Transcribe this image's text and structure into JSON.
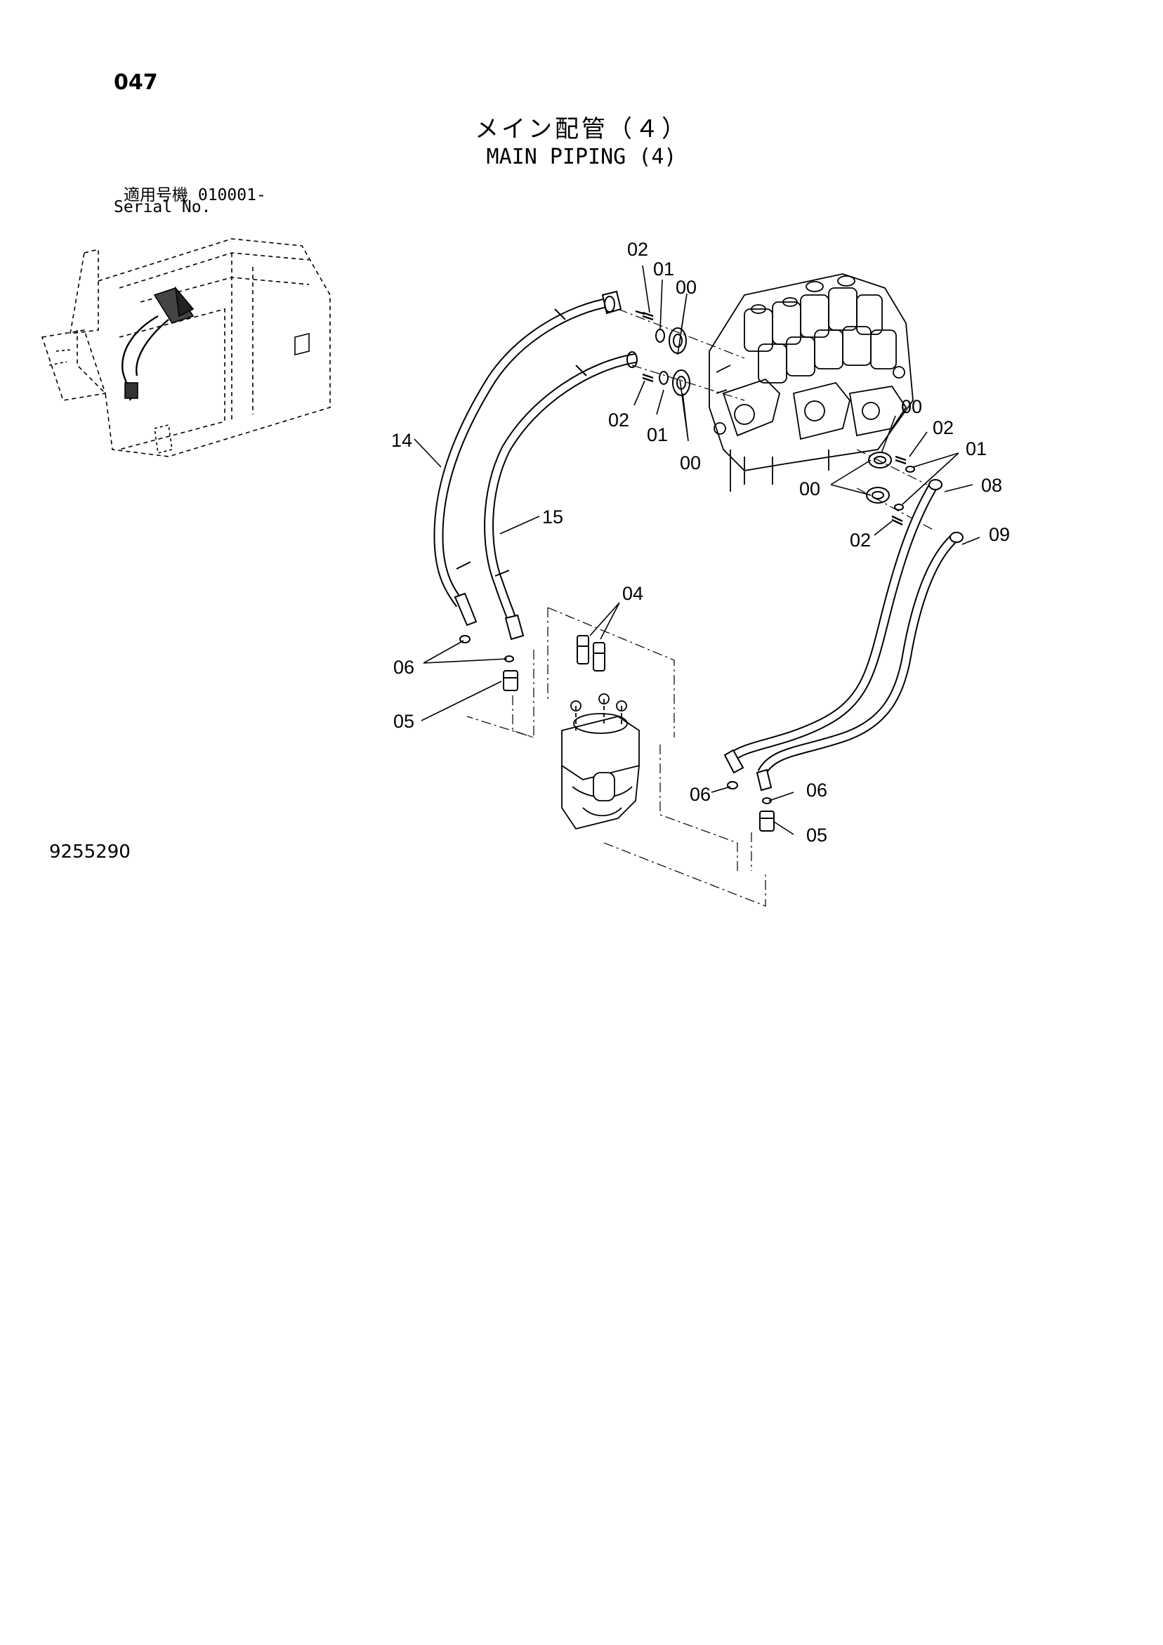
{
  "page": {
    "page_number": "047",
    "title_jp": "メイン配管（４）",
    "title_en": "MAIN PIPING (4)",
    "serial_label_jp": "適用号機  010001-",
    "serial_label_en": "Serial No.",
    "drawing_number": "9255290"
  },
  "callouts": {
    "c02_top": "02",
    "c01_top": "01",
    "c00_top": "00",
    "c02_mid": "02",
    "c01_mid": "01",
    "c00_mid": "00",
    "c00_right_a": "00",
    "c02_right_a": "02",
    "c01_right": "01",
    "c00_right_b": "00",
    "c02_right_b": "02",
    "c08": "08",
    "c09": "09",
    "c14": "14",
    "c15": "15",
    "c04": "04",
    "c06_left": "06",
    "c05_left": "05",
    "c06_br_a": "06",
    "c06_br_b": "06",
    "c05_br": "05"
  }
}
